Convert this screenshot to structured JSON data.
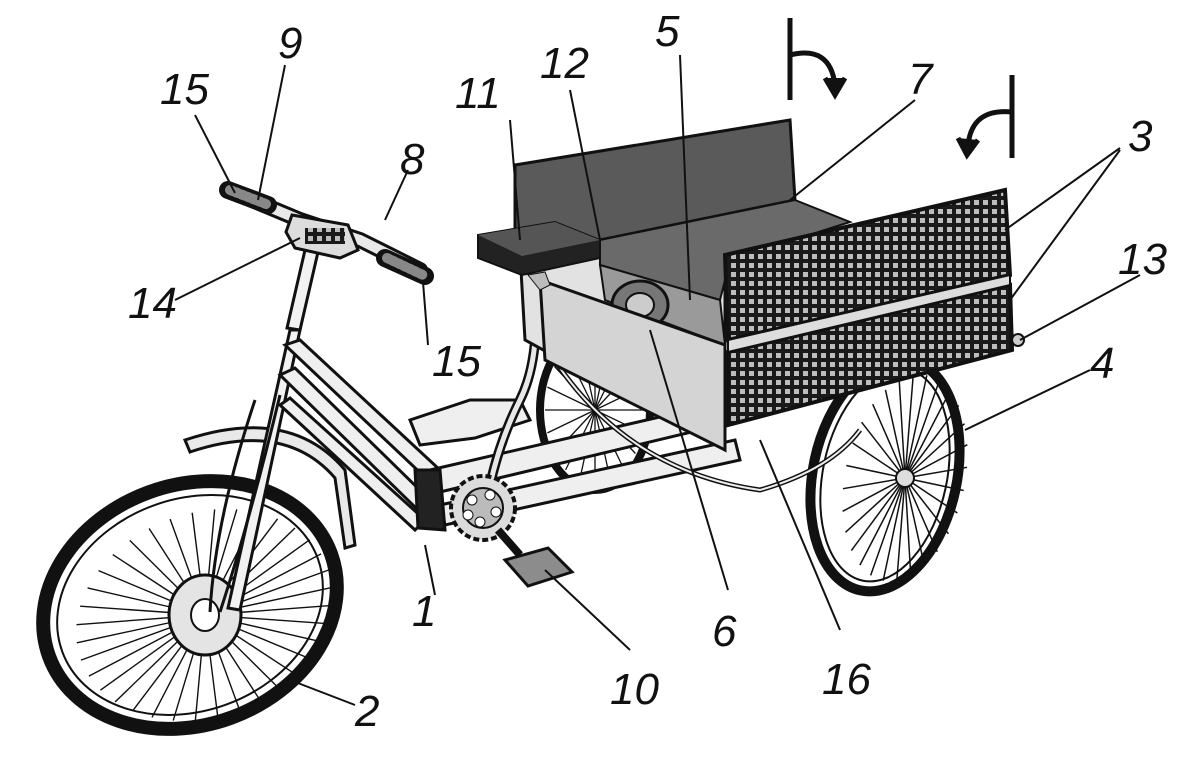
{
  "figure": {
    "callouts": [
      {
        "id": "1",
        "text": "1"
      },
      {
        "id": "2",
        "text": "2"
      },
      {
        "id": "3",
        "text": "3"
      },
      {
        "id": "4",
        "text": "4"
      },
      {
        "id": "5",
        "text": "5"
      },
      {
        "id": "6",
        "text": "6"
      },
      {
        "id": "7",
        "text": "7"
      },
      {
        "id": "8",
        "text": "8"
      },
      {
        "id": "9",
        "text": "9"
      },
      {
        "id": "10",
        "text": "10"
      },
      {
        "id": "11",
        "text": "11"
      },
      {
        "id": "12",
        "text": "12"
      },
      {
        "id": "13",
        "text": "13"
      },
      {
        "id": "14",
        "text": "14"
      },
      {
        "id": "15a",
        "text": "15"
      },
      {
        "id": "15b",
        "text": "15"
      },
      {
        "id": "16",
        "text": "16"
      }
    ],
    "colors": {
      "line": "#111111",
      "panel_dark": "#555555",
      "panel_mid": "#8a8a8a",
      "panel_light": "#d8d8d8",
      "solar_grid": "#2a2a2a"
    }
  }
}
